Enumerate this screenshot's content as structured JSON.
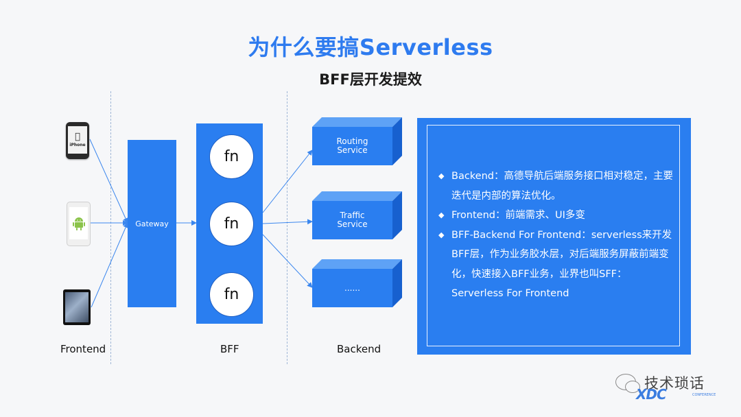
{
  "title": "为什么要搞Serverless",
  "subtitle": "BFF层开发提效",
  "devices": {
    "iphone_label": "iPhone",
    "android_icon": "android-robot-icon",
    "apple_icon": "apple-logo-icon"
  },
  "labels": {
    "frontend": "Frontend",
    "bff": "BFF",
    "backend": "Backend"
  },
  "gateway": {
    "label": "Gateway"
  },
  "bff_functions": [
    "fn",
    "fn",
    "fn"
  ],
  "backend_services": [
    "Routing Service",
    "Traffic Service",
    "......"
  ],
  "description": [
    "Backend：高德导航后端服务接口相对稳定，主要迭代是内部的算法优化。",
    "Frontend：前端需求、UI多变",
    "BFF-Backend For Frontend：serverless来开发BFF层，作为业务胶水层，对后端服务屏蔽前端变化，快速接入BFF业务，业界也叫SFF：Serverless For Frontend"
  ],
  "watermark": {
    "text": "技术琐话",
    "logo": "XDC",
    "logo_sub": "CONFERENCE"
  },
  "colors": {
    "primary_blue": "#2a7ef0",
    "title_blue": "#2e7bef",
    "background": "#f6f7f9"
  }
}
